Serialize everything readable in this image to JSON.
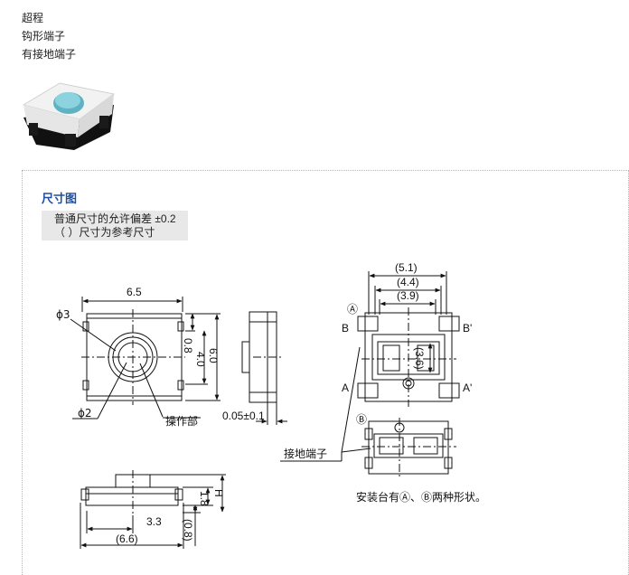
{
  "features": [
    "超程",
    "钩形端子",
    "有接地端子"
  ],
  "section": {
    "title": "尺寸图",
    "note_lines": [
      "普通尺寸的允许偏差 ±0.2",
      "（ ）尺寸为参考尺寸"
    ]
  },
  "top_view": {
    "width": "6.5",
    "phi_outer": "ϕ3",
    "phi_inner": "ϕ2",
    "operating_part": "操作部",
    "dim_08": "0.8",
    "dim_40": "4.0",
    "dim_60": "6.0"
  },
  "side_view": {
    "tolerance": "0.05±0.1"
  },
  "front_view": {
    "dim_18": "1.8",
    "dim_h": "H",
    "dim_33": "3.3",
    "dim_66": "(6.6)",
    "dim_08": "(0.8)"
  },
  "bottom_view": {
    "dim_51": "(5.1)",
    "dim_44": "(4.4)",
    "dim_39": "(3.9)",
    "dim_36": "(3.6)",
    "label_a_circle": "Ⓐ",
    "label_b_circle": "Ⓑ",
    "label_b": "B",
    "label_b_prime": "B'",
    "label_a": "A",
    "label_a_prime": "A'",
    "ground_terminal": "接地端子",
    "mount_note": "安装台有Ⓐ、Ⓑ两种形状。"
  },
  "colors": {
    "title_blue": "#1f4fa0",
    "note_bg": "#e8e8e8",
    "cap_blue": "#7cc6d4"
  }
}
